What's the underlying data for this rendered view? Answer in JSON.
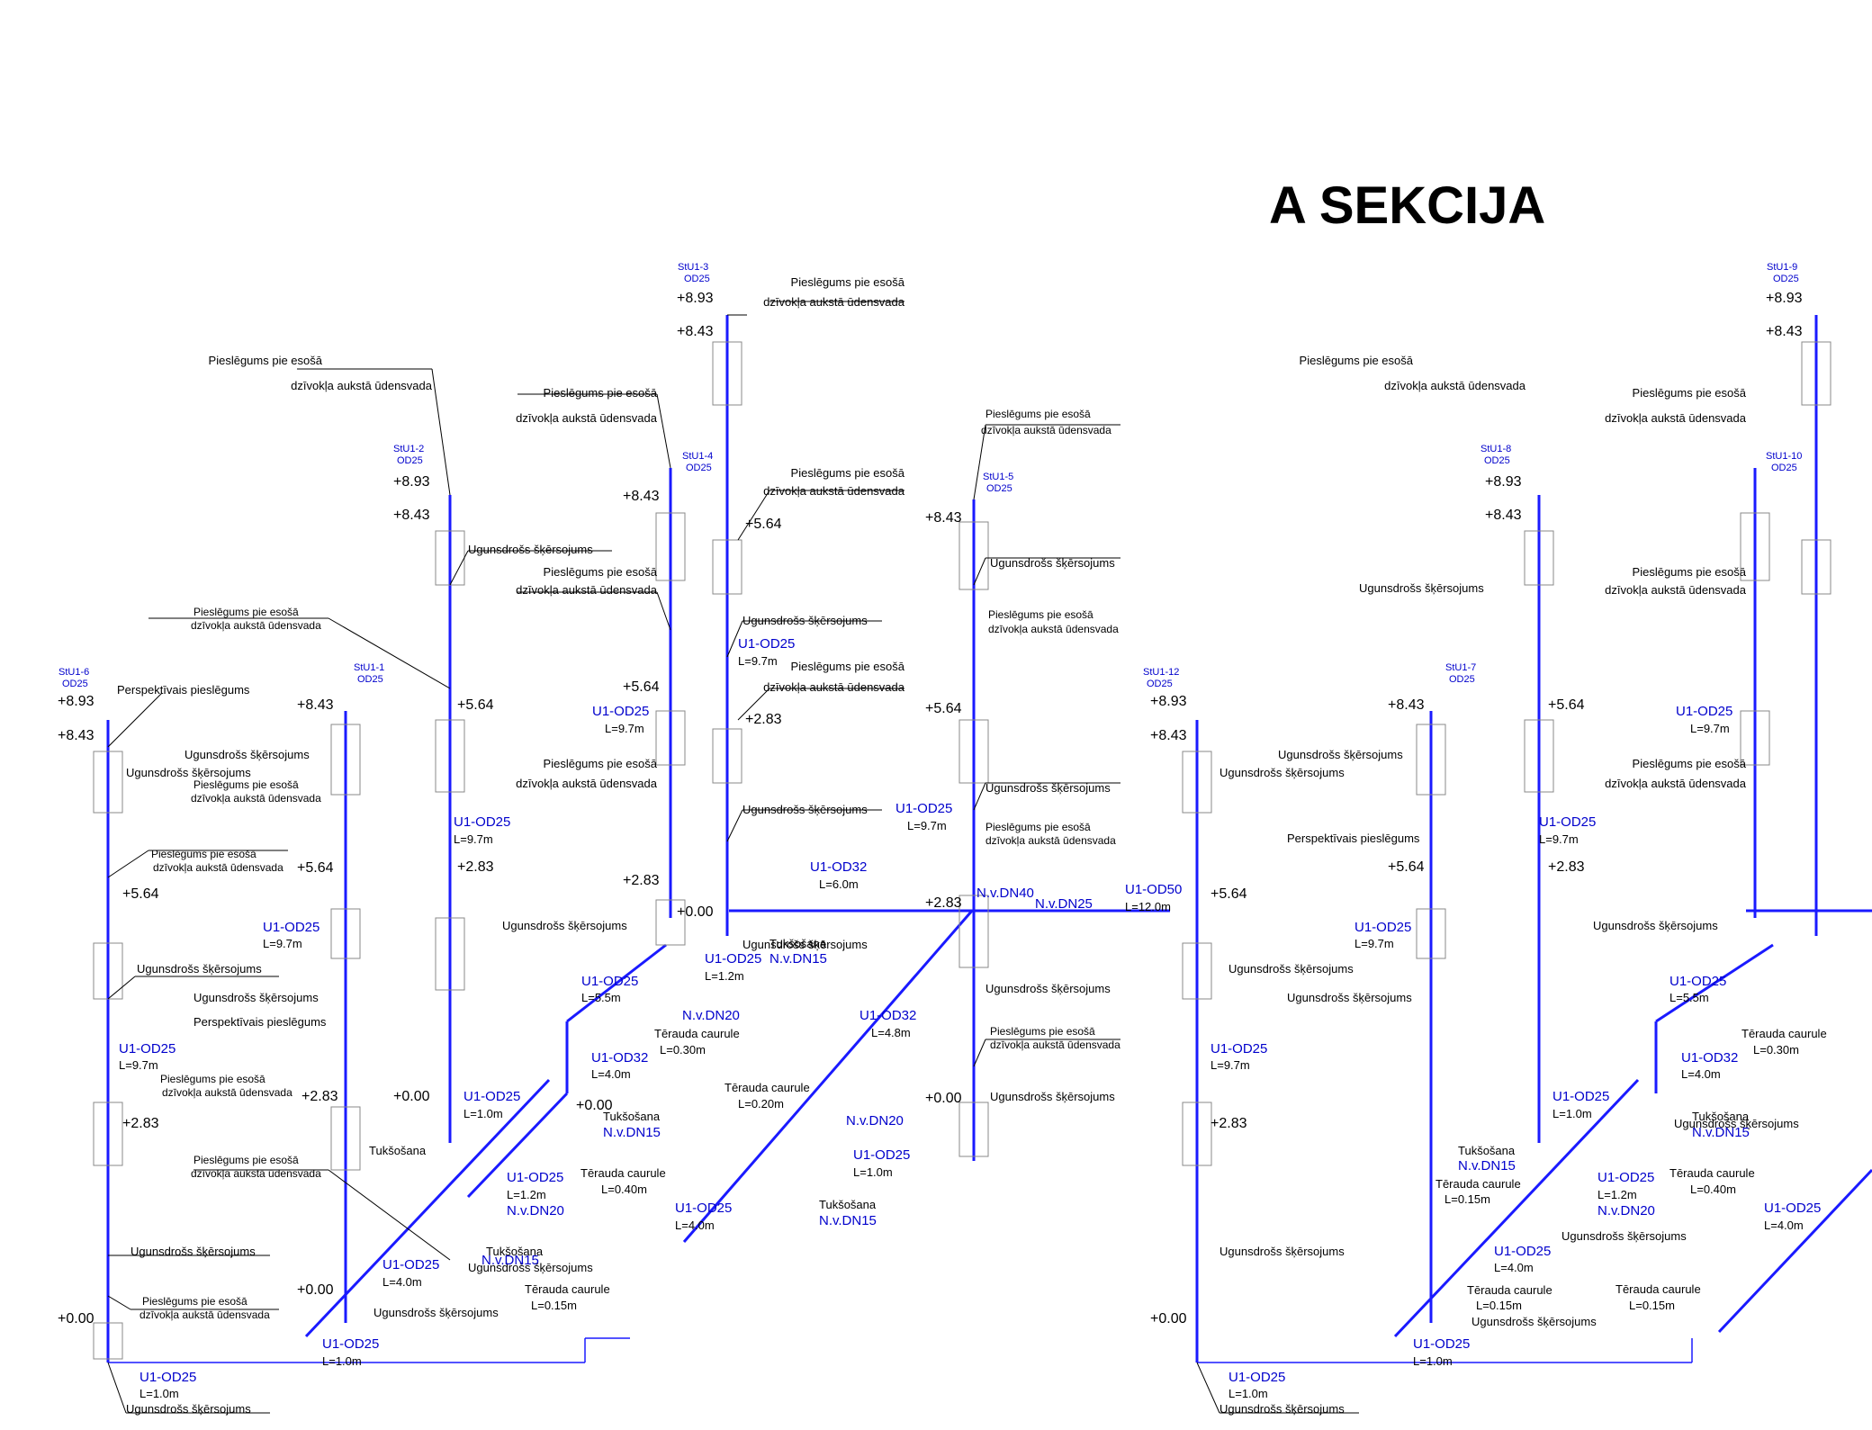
{
  "title": {
    "main": "A SEKCIJA"
  },
  "labels": {
    "connection": [
      "Pieslēgums pie esošā",
      "dzīvokļa aukstā ūdensvada"
    ],
    "fire_crossing": "Ugunsdrošs šķērsojums",
    "perspective": "Perspektīvais pieslēgums",
    "drain": "Tukšošana",
    "steel_pipe": "Tērauda caurule"
  },
  "levels": [
    "+8.93",
    "+8.43",
    "+5.64",
    "+2.83",
    "+0.00"
  ],
  "risers": [
    {
      "id": "StU1-1",
      "size": "OD25"
    },
    {
      "id": "StU1-2",
      "size": "OD25"
    },
    {
      "id": "StU1-3",
      "size": "OD25"
    },
    {
      "id": "StU1-4",
      "size": "OD25"
    },
    {
      "id": "StU1-5",
      "size": "OD25"
    },
    {
      "id": "StU1-6",
      "size": "OD25"
    },
    {
      "id": "StU1-7",
      "size": "OD25"
    },
    {
      "id": "StU1-8",
      "size": "OD25"
    },
    {
      "id": "StU1-9",
      "size": "OD25"
    },
    {
      "id": "StU1-10",
      "size": "OD25"
    },
    {
      "id": "StU1-12",
      "size": "OD25"
    }
  ],
  "pipes": [
    {
      "name": "U1-OD25",
      "len": "L=9.7m"
    },
    {
      "name": "U1-OD25",
      "len": "L=1.0m"
    },
    {
      "name": "U1-OD25",
      "len": "L=1.2m"
    },
    {
      "name": "U1-OD25",
      "len": "L=4.0m"
    },
    {
      "name": "U1-OD25",
      "len": "L=5.5m"
    },
    {
      "name": "U1-OD32",
      "len": "L=4.0m"
    },
    {
      "name": "U1-OD32",
      "len": "L=6.0m"
    },
    {
      "name": "U1-OD32",
      "len": "L=4.8m"
    },
    {
      "name": "U1-OD50",
      "len": "L=12.0m"
    }
  ],
  "valves": [
    "N.v.DN15",
    "N.v.DN20",
    "N.v.DN25",
    "N.v.DN40"
  ],
  "steel_lengths": [
    "L=0.30m",
    "L=0.40m",
    "L=0.20m",
    "L=0.15m"
  ]
}
